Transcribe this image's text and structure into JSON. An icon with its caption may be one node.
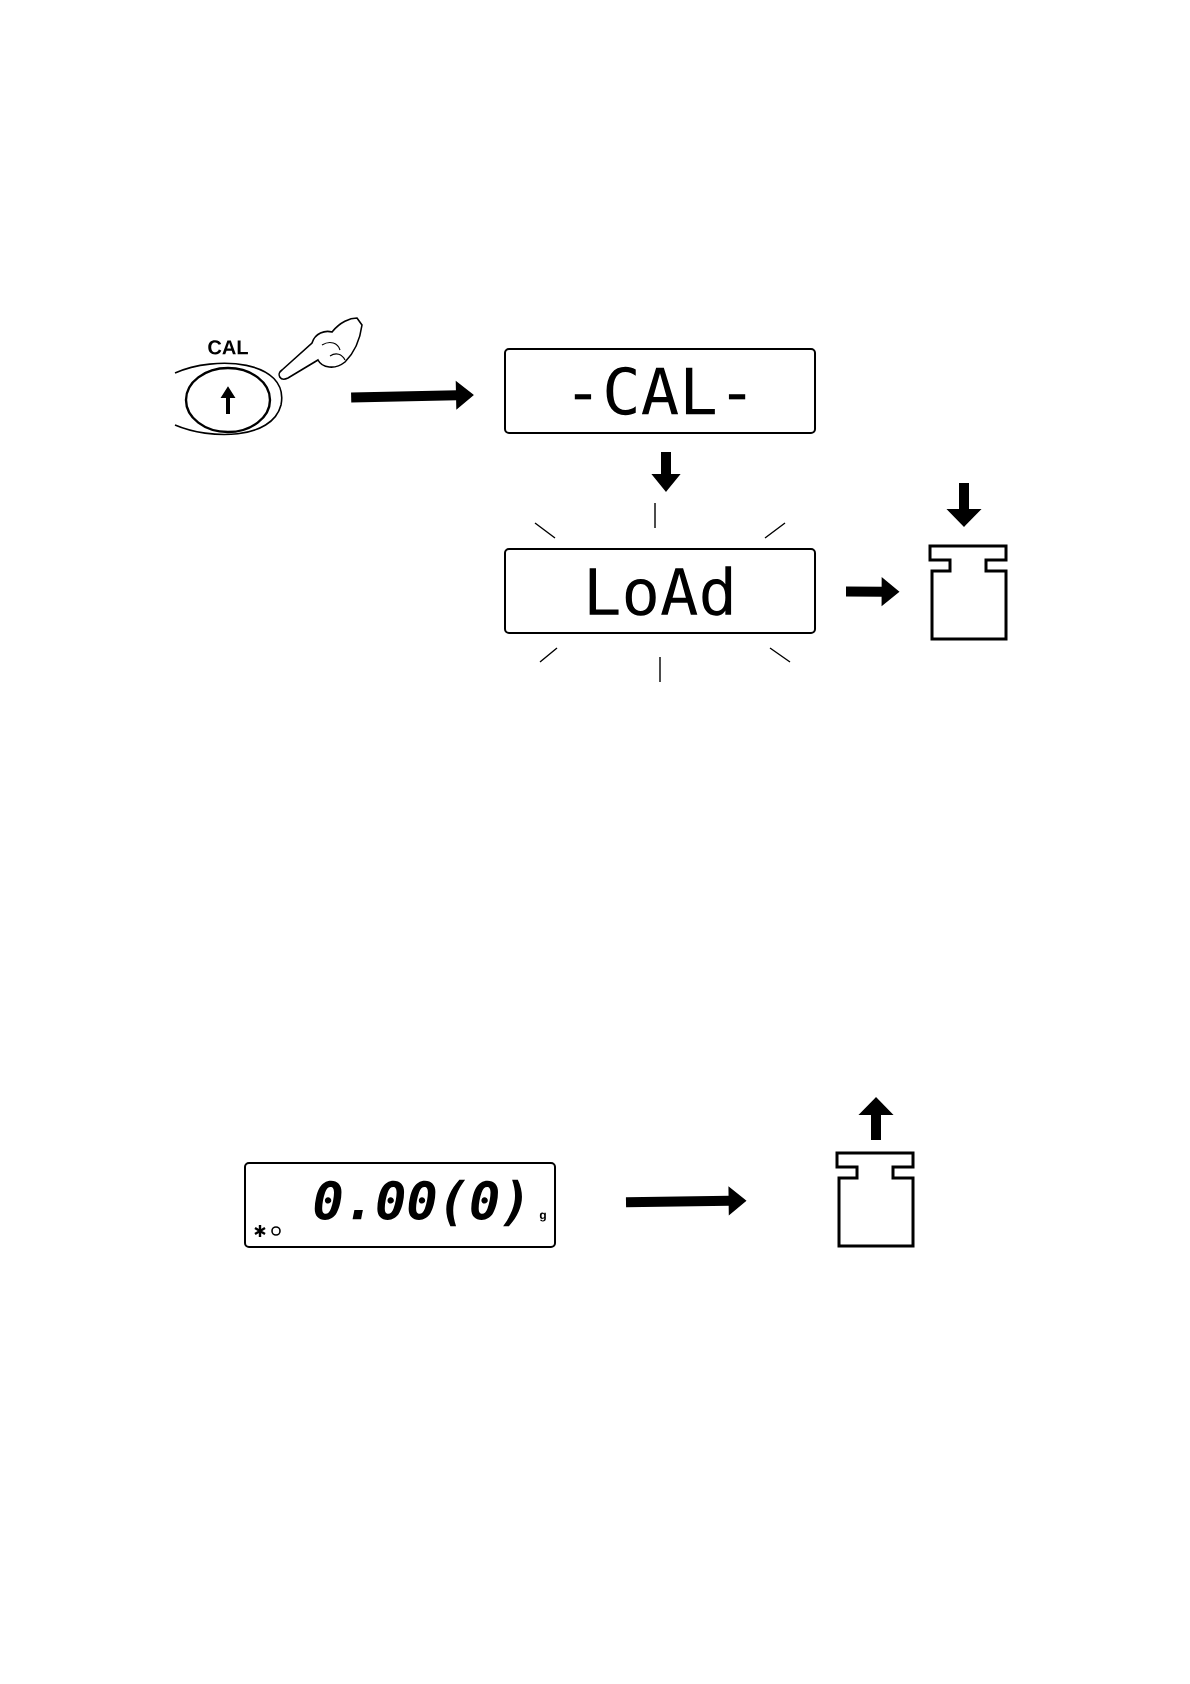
{
  "diagram": {
    "nodes": [
      {
        "text": [
          "CAL"
        ]
      },
      {
        "text": [
          "-CAL-"
        ]
      },
      {
        "text": [
          "LoAd"
        ]
      },
      {
        "text": [],
        "shape": "weight"
      },
      {
        "text": [
          "0.00(0)",
          "g"
        ]
      },
      {
        "text": [],
        "shape": "weight"
      }
    ],
    "edges": [
      {
        "from": 0,
        "to": 1,
        "arrow": "to"
      },
      {
        "from": 1,
        "to": 2,
        "arrow": "to"
      },
      {
        "from": 2,
        "to": 3,
        "arrow": "to"
      },
      {
        "from": 4,
        "to": 5,
        "arrow": "to"
      }
    ]
  }
}
